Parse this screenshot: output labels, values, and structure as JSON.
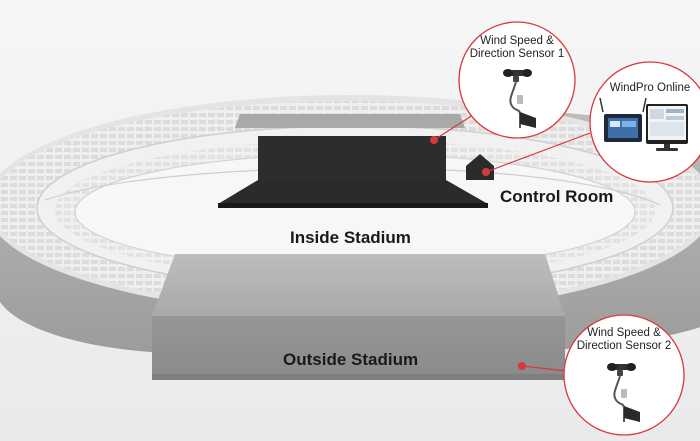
{
  "labels": {
    "inside_stadium": "Inside Stadium",
    "outside_stadium": "Outside Stadium",
    "control_room": "Control Room"
  },
  "callouts": {
    "sensor1": {
      "line1": "Wind Speed &",
      "line2": "Direction Sensor 1"
    },
    "sensor2": {
      "line1": "Wind Speed &",
      "line2": "Direction Sensor 2"
    },
    "windpro": {
      "title": "WindPro Online"
    }
  },
  "colors": {
    "accent_red": "#d9383a",
    "dark_building": "#2b2b2b",
    "outside_block": "#8f8f8f",
    "stadium_ring": "#b8b8b8"
  },
  "icons": {
    "anemometer": "anemometer-icon",
    "monitor": "monitor-icon",
    "house": "house-icon"
  }
}
